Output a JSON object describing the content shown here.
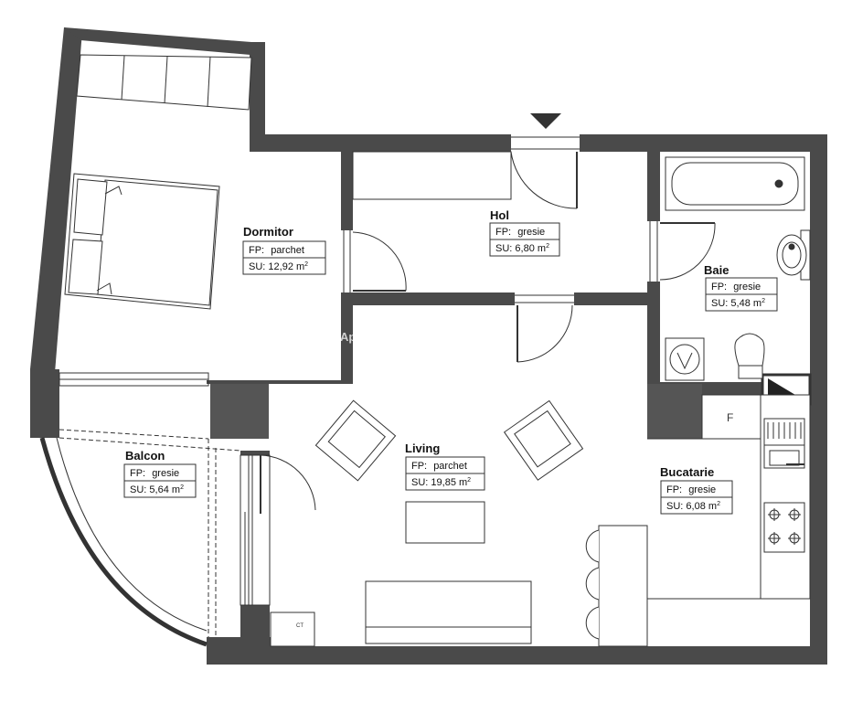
{
  "rooms": {
    "dormitor": {
      "name": "Dormitor",
      "floor_label": "FP:",
      "floor_value": "parchet",
      "area_label": "SU:",
      "area_value": "12,92",
      "unit": "m",
      "unit_sup": "2"
    },
    "hol": {
      "name": "Hol",
      "floor_label": "FP:",
      "floor_value": "gresie",
      "area_label": "SU:",
      "area_value": "6,80",
      "unit": "m",
      "unit_sup": "2"
    },
    "baie": {
      "name": "Baie",
      "floor_label": "FP:",
      "floor_value": "gresie",
      "area_label": "SU:",
      "area_value": "5,48",
      "unit": "m",
      "unit_sup": "2"
    },
    "balcon": {
      "name": "Balcon",
      "floor_label": "FP:",
      "floor_value": "gresie",
      "area_label": "SU:",
      "area_value": "5,64",
      "unit": "m",
      "unit_sup": "2"
    },
    "living": {
      "name": "Living",
      "floor_label": "FP:",
      "floor_value": "parchet",
      "area_label": "SU:",
      "area_value": "19,85",
      "unit": "m",
      "unit_sup": "2"
    },
    "bucatarie": {
      "name": "Bucatarie",
      "floor_label": "FP:",
      "floor_value": "gresie",
      "area_label": "SU:",
      "area_value": "6,08",
      "unit": "m",
      "unit_sup": "2"
    }
  },
  "labels": {
    "fridge": "F",
    "boiler": "CT"
  },
  "watermark": "Ap...",
  "colors": {
    "wall": "#4a4a4a",
    "line": "#333333",
    "column": "#555555",
    "background": "#ffffff"
  }
}
